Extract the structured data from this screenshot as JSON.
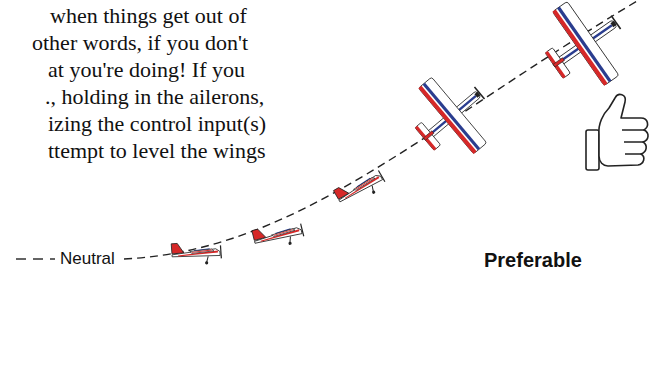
{
  "diagram": {
    "labels": [
      "when things get out of",
      "other words, if you don't",
      "at you're doing! If you",
      "., holding in the ailerons,",
      "izing the control input(s)",
      "ttempt to level the wings",
      "Neutral",
      "Preferable"
    ]
  }
}
